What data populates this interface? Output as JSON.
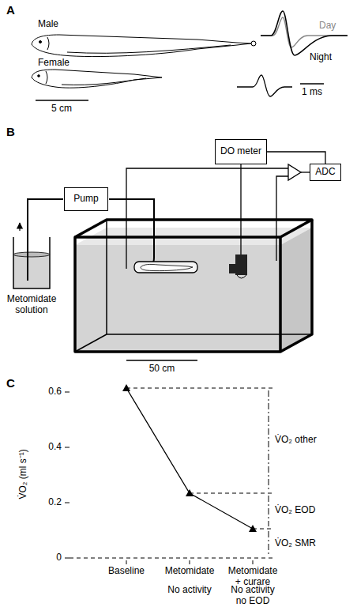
{
  "diagram": {
    "nodes": [
      {
        "text": [
          "DO meter"
        ]
      },
      {
        "text": [
          "ADC"
        ]
      },
      {
        "text": [
          "Pump"
        ]
      }
    ],
    "edges": [
      {
        "from": 0,
        "to": 1,
        "arrow": "none"
      }
    ],
    "labels": [
      "A",
      "Male",
      "Female",
      "5 cm",
      "Day",
      "Night",
      "1 ms",
      "B",
      "Metomidate solution",
      "50 cm",
      "C",
      "V̇O₂ (ml s⁻¹)",
      "0.6",
      "0.4",
      "0.2",
      "0",
      "V̇O₂ other",
      "V̇O₂ EOD",
      "V̇O₂ SMR",
      "Baseline",
      "Metomidate",
      "Metomidate + curare",
      "No activity",
      "No activity no EOD"
    ]
  }
}
